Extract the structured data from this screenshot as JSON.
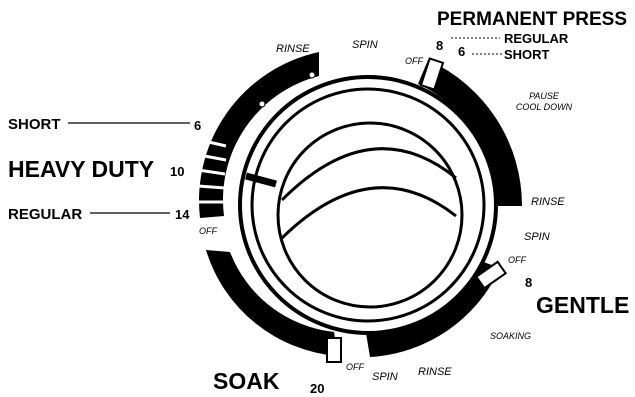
{
  "dial": {
    "heavy_duty": {
      "title": "HEAVY DUTY",
      "short": "SHORT",
      "regular": "REGULAR",
      "n_short": "6",
      "n_mid": "10",
      "n_regular": "14",
      "off": "OFF"
    },
    "permanent_press": {
      "title": "PERMANENT PRESS",
      "regular": "REGULAR",
      "short": "SHORT",
      "n_regular": "8",
      "n_short": "6",
      "off": "OFF",
      "pause": "PAUSE",
      "cool_down": "COOL DOWN",
      "rinse": "RINSE",
      "spin": "SPIN"
    },
    "gentle": {
      "title": "GENTLE",
      "n": "8",
      "off": "OFF",
      "soaking": "SOAKING",
      "rinse": "RINSE",
      "spin": "SPIN"
    },
    "soak": {
      "title": "SOAK",
      "n": "20",
      "off": "OFF"
    },
    "top": {
      "rinse": "RINSE",
      "spin": "SPIN"
    }
  }
}
